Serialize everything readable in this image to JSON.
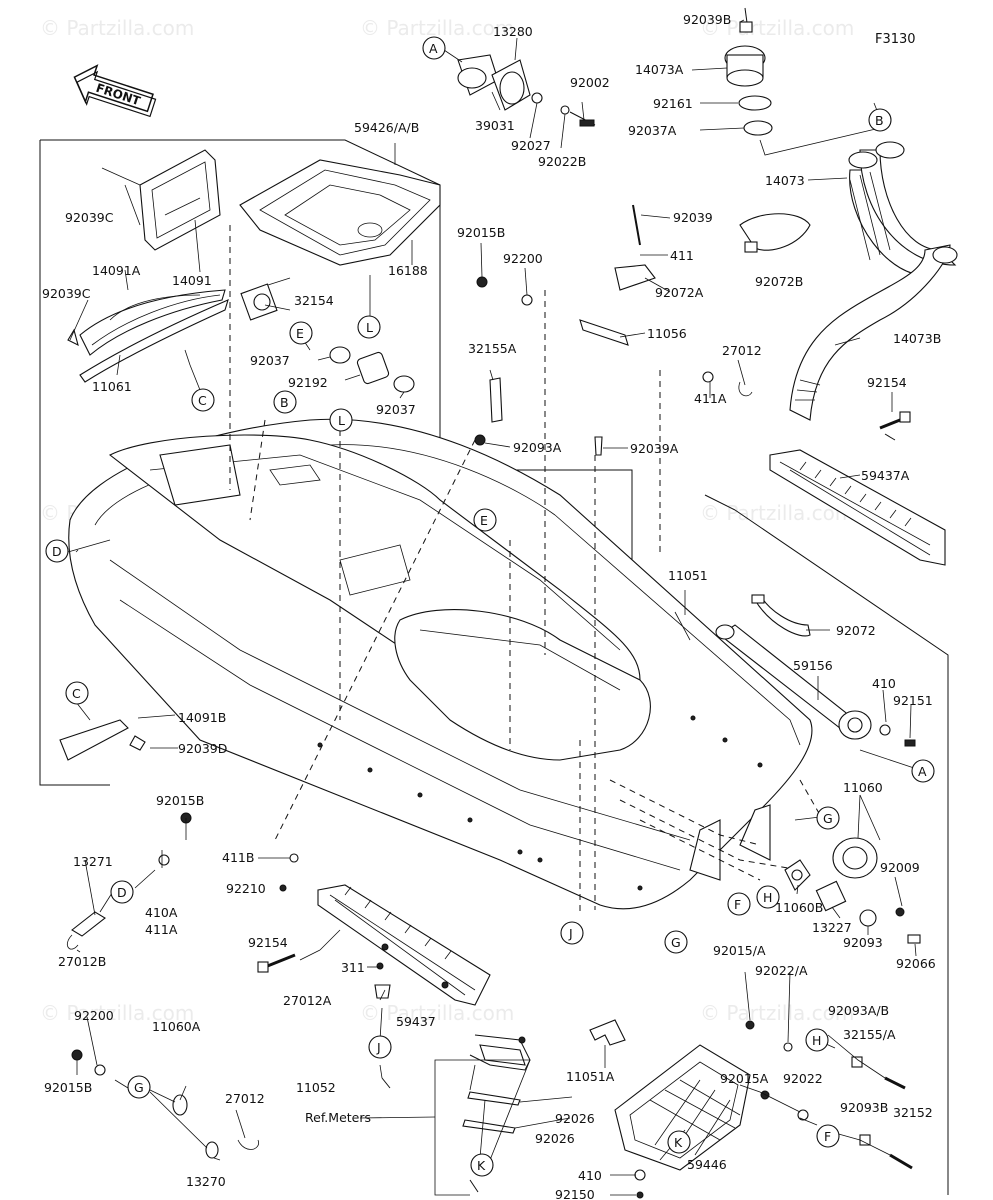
{
  "figure_code": "F3130",
  "direction_label": "FRONT",
  "watermark": "© Partzilla.com",
  "ref_note": "Ref.Meters",
  "callouts": [
    "A",
    "B",
    "C",
    "D",
    "E",
    "F",
    "G",
    "H",
    "J",
    "K",
    "L"
  ],
  "part_numbers": [
    "13280",
    "92039B",
    "14073A",
    "92161",
    "92037A",
    "14073",
    "14073B",
    "92072B",
    "92154",
    "59437A",
    "92072",
    "59156",
    "410",
    "92151",
    "11060",
    "92009",
    "11060B",
    "13227",
    "92093",
    "92066",
    "92015/A",
    "92022/A",
    "92093A/B",
    "32155/A",
    "92015A",
    "92022",
    "92093B",
    "32152",
    "59446",
    "410",
    "92150",
    "92026",
    "92026",
    "11051A",
    "11052",
    "27012A",
    "311",
    "59437",
    "92154",
    "92210",
    "411B",
    "13271",
    "410A",
    "411A",
    "92015B",
    "27012B",
    "92200",
    "11060A",
    "27012",
    "13270",
    "92015B",
    "14091B",
    "92039D",
    "59426/A/B",
    "16188",
    "92039C",
    "14091",
    "14091A",
    "92039C",
    "11061",
    "32154",
    "92037",
    "92192",
    "92037",
    "39031",
    "92027",
    "92022B",
    "92002",
    "92015B",
    "92200",
    "32155A",
    "92093A",
    "92039",
    "411",
    "92072A",
    "11056",
    "27012",
    "411A",
    "92039A",
    "11051"
  ]
}
